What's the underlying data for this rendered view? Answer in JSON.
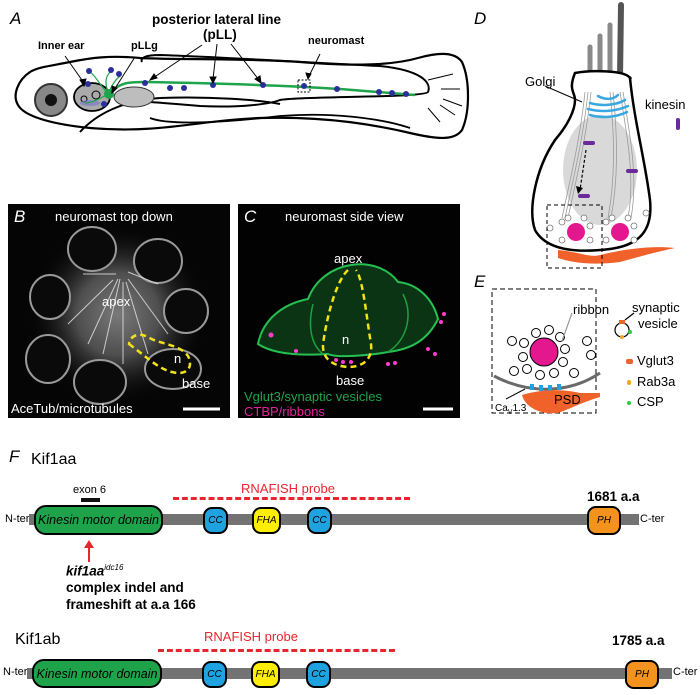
{
  "panels": {
    "A": {
      "letter": "A",
      "title_line1": "posterior lateral line",
      "title_line2": "(pLL)",
      "labels": {
        "inner_ear": "Inner ear",
        "pllg": "pLLg",
        "neuromast": "neuromast"
      },
      "colors": {
        "nerve": "#1ea54b",
        "neuromast": "#2b2f9a",
        "ganglion": "#bdbdbd"
      }
    },
    "B": {
      "letter": "B",
      "title": "neuromast top down",
      "labels": {
        "apex": "apex",
        "nucleus": "n",
        "base": "base"
      },
      "stain": "AceTub/microtubules"
    },
    "C": {
      "letter": "C",
      "title": "neuromast side view",
      "labels": {
        "apex": "apex",
        "nucleus": "n",
        "base": "base"
      },
      "stain1": "Vglut3/synaptic vesicles",
      "stain2": "CTBP/ribbons",
      "colors": {
        "stain1": "#1ea54b",
        "stain2": "#e6229a"
      }
    },
    "D": {
      "letter": "D",
      "labels": {
        "golgi": "Golgi",
        "kinesin": "kinesin"
      },
      "colors": {
        "golgi": "#3aa8e0",
        "kinesin": "#6a2a9a",
        "ribbon": "#e5178f",
        "afferent": "#f0622a"
      }
    },
    "E": {
      "letter": "E",
      "labels": {
        "ribbon": "ribbon",
        "synaptic_vesicle_1": "synaptic",
        "synaptic_vesicle_2": "vesicle",
        "cav_main": "Ca",
        "cav_sub": "V",
        "cav_rest": "1.3",
        "psd": "PSD"
      },
      "legend": [
        {
          "label": "Vglut3",
          "color": "#f0622a"
        },
        {
          "label": "Rab3a",
          "color": "#f5a623"
        },
        {
          "label": "CSP",
          "color": "#2ecc40"
        }
      ]
    },
    "F": {
      "letter": "F",
      "proteins": [
        {
          "name": "Kif1aa",
          "length_label": "1681 a.a",
          "n_ter": "N-ter",
          "c_ter": "C-ter",
          "probe_label": "RNAFISH probe",
          "exon_label": "exon 6",
          "domains": [
            {
              "label": "Kinesin motor domain",
              "type": "kinesin"
            },
            {
              "label": "CC",
              "type": "cc"
            },
            {
              "label": "FHA",
              "type": "fha"
            },
            {
              "label": "CC",
              "type": "cc"
            },
            {
              "label": "PH",
              "type": "ph"
            }
          ],
          "mutation": {
            "allele": "kif1aa",
            "allele_sup": "idc16",
            "line1": "complex indel and",
            "line2": "frameshift at a.a 166"
          }
        },
        {
          "name": "Kif1ab",
          "length_label": "1785 a.a",
          "n_ter": "N-ter",
          "c_ter": "C-ter",
          "probe_label": "RNAFISH probe",
          "domains": [
            {
              "label": "Kinesin motor domain",
              "type": "kinesin"
            },
            {
              "label": "CC",
              "type": "cc"
            },
            {
              "label": "FHA",
              "type": "fha"
            },
            {
              "label": "CC",
              "type": "cc"
            },
            {
              "label": "PH",
              "type": "ph"
            }
          ]
        }
      ]
    }
  }
}
